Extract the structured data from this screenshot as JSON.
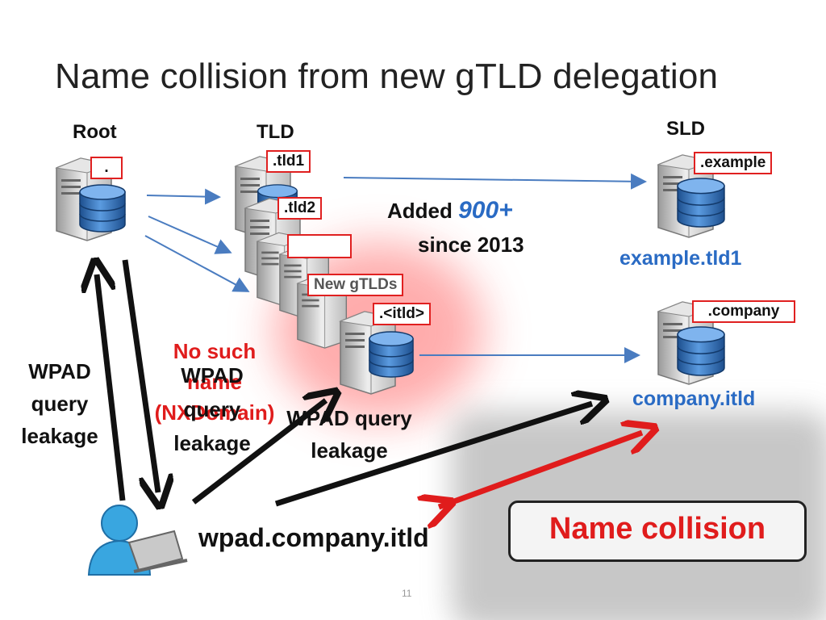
{
  "title": "Name collision from new gTLD delegation",
  "columns": {
    "root": "Root",
    "tld": "TLD",
    "sld": "SLD"
  },
  "tags": {
    "root": ".",
    "tld1": ".tld1",
    "tld2": ".tld2",
    "tld3": "",
    "new_gtlds": "New gTLDs",
    "itld": ".<itld>",
    "example": ".example",
    "company": ".company"
  },
  "added": {
    "prefix": "Added",
    "number": "900+",
    "suffix": "since 2013"
  },
  "domains": {
    "example": "example.tld1",
    "company": "company.itld",
    "wpad": "wpad.company.itld"
  },
  "wpad_left": [
    "WPAD",
    "query",
    "leakage"
  ],
  "nxdomain": [
    "No such",
    "name",
    "(NXDomain)"
  ],
  "wpad_middle": [
    "WPAD",
    "query",
    "leakage"
  ],
  "wpad_right": [
    "WPAD query",
    "leakage"
  ],
  "collision": "Name collision",
  "page_number": "11",
  "colors": {
    "accent_red": "#e01c1c",
    "accent_blue": "#2a6bc4",
    "arrow_blue": "#4a7cc0"
  }
}
